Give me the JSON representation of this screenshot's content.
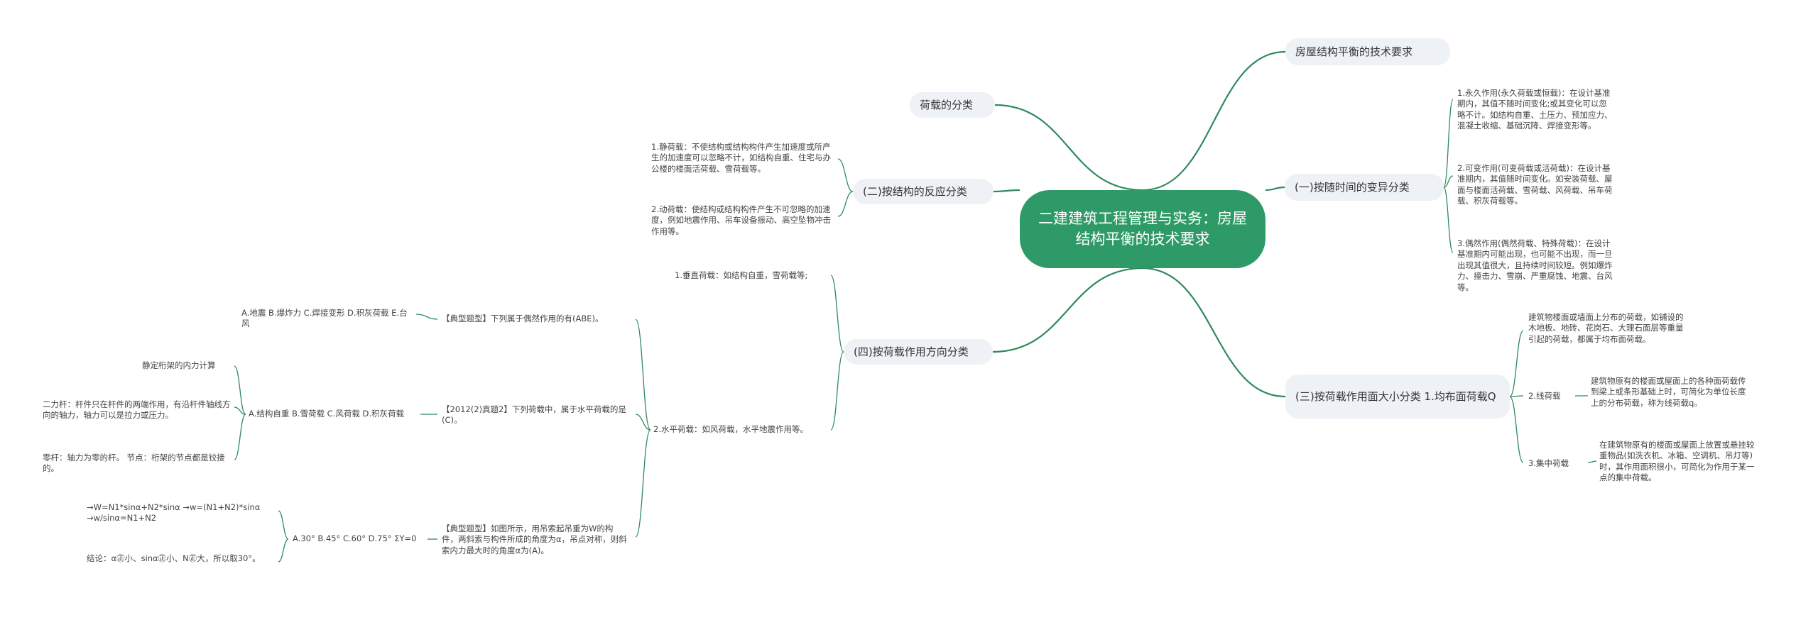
{
  "mindmap": {
    "center": "二建建筑工程管理与实务：房屋结构平衡的技术要求",
    "right_topics": {
      "t1": "房屋结构平衡的技术要求",
      "t2": "(一)按随时间的变异分类",
      "t3": "(三)按荷载作用面大小分类 1.均布面荷载Q"
    },
    "t2_items": [
      "1.永久作用(永久荷载或恒载)：在设计基准期内，其值不随时间变化;或其变化可以忽略不计。如结构自重、土压力、预加应力、混凝土收缩、基础沉降、焊接变形等。",
      "2.可变作用(可变荷载或活荷载)：在设计基准期内，其值随时间变化。如安装荷载、屋面与楼面活荷载、雪荷载、风荷载、吊车荷载、积灰荷载等。",
      "3.偶然作用(偶然荷载、特殊荷载)：在设计基准期内可能出现，也可能不出现，而一旦出现其值很大，且持续时间较短。例如爆炸力、撞击力、雪崩、严重腐蚀、地震、台风等。"
    ],
    "t3_intro": "建筑物楼面或墙面上分布的荷载，如铺设的木地板、地砖、花岗石、大理石面层等重量引起的荷载，都属于均布面荷载。",
    "t3_items": [
      {
        "label": "2.线荷载",
        "detail": "建筑物原有的楼面或屋面上的各种面荷载传到梁上或条形基础上时，可简化为单位长度上的分布荷载，称为线荷载q。"
      },
      {
        "label": "3.集中荷载",
        "detail": "在建筑物原有的楼面或屋面上放置或悬挂较重物品(如洗衣机、冰箱、空调机、吊灯等)时，其作用面积很小，可简化为作用于某一点的集中荷载。"
      }
    ],
    "left_topics": {
      "l1": "荷载的分类",
      "l2": "(二)按结构的反应分类",
      "l3": "(四)按荷载作用方向分类"
    },
    "l2_items": [
      "1.静荷载：不使结构或结构构件产生加速度或所产生的加速度可以忽略不计，如结构自重、住宅与办公楼的楼面活荷载、雪荷载等。",
      "2.动荷载：使结构或结构构件产生不可忽略的加速度，例如地震作用、吊车设备振动、高空坠物冲击作用等。"
    ],
    "l3_items": {
      "vertical": "1.垂直荷载：如结构自重，雪荷载等;",
      "horizontal": "2.水平荷载：如风荷载，水平地震作用等。"
    },
    "questions": [
      {
        "q": "【典型题型】下列属于偶然作用的有(ABE)。",
        "options": "A.地震 B.爆炸力 C.焊接变形 D.积灰荷载 E.台风"
      },
      {
        "q": "【2012(2)真题2】下列荷载中，属于水平荷载的是(C)。",
        "options": "A.结构自重 B.雪荷载 C.风荷载 D.积灰荷载",
        "notes": [
          "静定桁架的内力计算",
          "二力杆：杆件只在杆件的两端作用，有沿杆件轴线方向的轴力，轴力可以是拉力或压力。",
          "零杆：轴力为零的杆。 节点：桁架的节点都是铰接的。"
        ]
      },
      {
        "q": "【典型题型】如图所示，用吊索起吊重为W的构件，两斜索与构件所成的角度为α，吊点对称，则斜索内力最大时的角度α为(A)。",
        "options": "A.30° B.45° C.60° D.75° ΣY=0",
        "notes": [
          "→W=N1*sinα+N2*sinα →w=(N1+N2)*sinα →w/sinα=N1+N2",
          "结论：α㊣小、sinα㊣小、N㊣大，所以取30°。"
        ]
      }
    ]
  },
  "colors": {
    "accent": "#2e9a67",
    "line": "#2e8a5c",
    "pill_bg": "#eef1f6"
  }
}
